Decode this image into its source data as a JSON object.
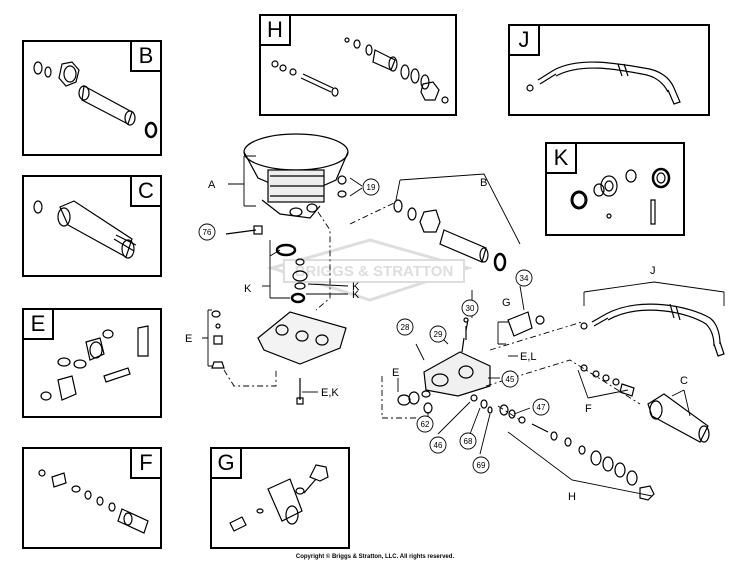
{
  "inset_boxes": {
    "B": "B",
    "C": "C",
    "E": "E",
    "F": "F",
    "G": "G",
    "H": "H",
    "J": "J",
    "K": "K"
  },
  "assembly_labels": {
    "A": "A",
    "B": "B",
    "C": "C",
    "E_left": "E",
    "E_center": "E",
    "F": "F",
    "G": "G",
    "H": "H",
    "J": "J",
    "K_left": "K",
    "K_right1": "K",
    "K_right2": "K",
    "EK": "E,K",
    "EL": "E,L"
  },
  "callouts": {
    "c19": "19",
    "c76": "76",
    "c34": "34",
    "c30": "30",
    "c28": "28",
    "c29": "29",
    "c45": "45",
    "c62": "62",
    "c47": "47",
    "c46": "46",
    "c68": "68",
    "c69": "69"
  },
  "watermark": "BRIGGS & STRATTON",
  "copyright": "Copyright © Briggs & Stratton, LLC. All rights reserved."
}
